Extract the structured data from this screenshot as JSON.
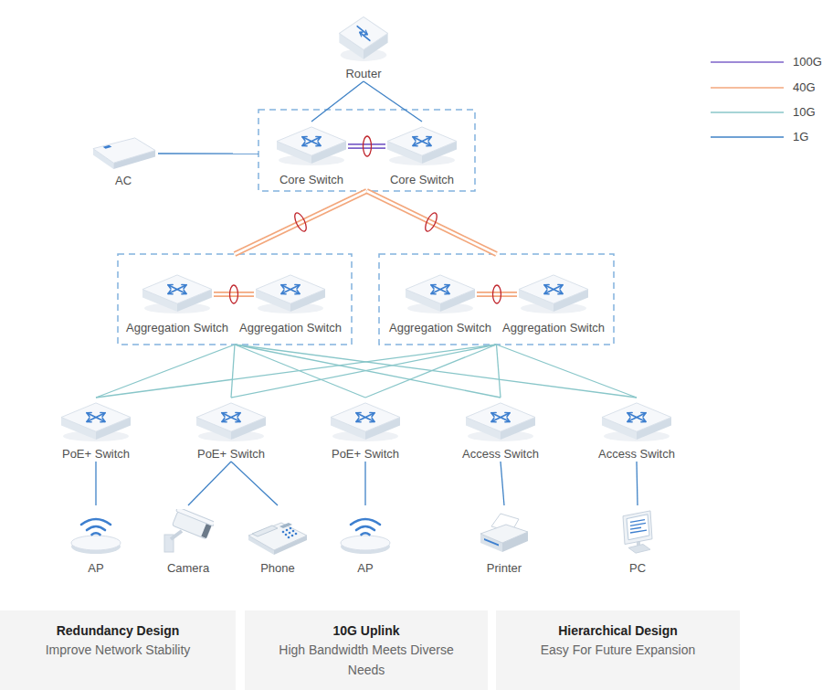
{
  "diagram": {
    "nodes": [
      {
        "text": [
          "Router"
        ]
      },
      {
        "text": [
          "AC"
        ]
      },
      {
        "text": []
      },
      {
        "text": [
          "Core Switch"
        ],
        "in": 2
      },
      {
        "text": [
          "Core Switch"
        ],
        "in": 2
      },
      {
        "text": []
      },
      {
        "text": [
          "Aggregation Switch"
        ],
        "in": 5
      },
      {
        "text": [
          "Aggregation Switch"
        ],
        "in": 5
      },
      {
        "text": []
      },
      {
        "text": [
          "Aggregation Switch"
        ],
        "in": 8
      },
      {
        "text": [
          "Aggregation Switch"
        ],
        "in": 8
      },
      {
        "text": [
          "PoE+ Switch"
        ]
      },
      {
        "text": [
          "PoE+ Switch"
        ]
      },
      {
        "text": [
          "PoE+ Switch"
        ]
      },
      {
        "text": [
          "Access Switch"
        ]
      },
      {
        "text": [
          "Access Switch"
        ]
      },
      {
        "text": [
          "AP"
        ]
      },
      {
        "text": [
          "Camera"
        ]
      },
      {
        "text": [
          "Phone"
        ]
      },
      {
        "text": [
          "AP"
        ]
      },
      {
        "text": [
          "Printer"
        ]
      },
      {
        "text": [
          "PC"
        ]
      },
      {
        "text": [
          "Redundancy Design",
          "Improve Network Stability"
        ]
      },
      {
        "text": [
          "10G Uplink",
          "High Bandwidth Meets Diverse Needs"
        ]
      },
      {
        "text": [
          "Hierarchical Design",
          "Easy For Future Expansion"
        ]
      }
    ],
    "edges": [
      {
        "from": 0,
        "to": 3,
        "arrow": "none"
      },
      {
        "from": 0,
        "to": 4,
        "arrow": "none"
      },
      {
        "from": 1,
        "to": 2,
        "arrow": "none"
      },
      {
        "from": 3,
        "to": 4,
        "arrow": "none"
      },
      {
        "from": 2,
        "to": 5,
        "arrow": "none"
      },
      {
        "from": 2,
        "to": 8,
        "arrow": "none"
      },
      {
        "from": 6,
        "to": 7,
        "arrow": "none"
      },
      {
        "from": 9,
        "to": 10,
        "arrow": "none"
      },
      {
        "from": 5,
        "to": 11,
        "arrow": "none"
      },
      {
        "from": 5,
        "to": 12,
        "arrow": "none"
      },
      {
        "from": 5,
        "to": 13,
        "arrow": "none"
      },
      {
        "from": 5,
        "to": 14,
        "arrow": "none"
      },
      {
        "from": 5,
        "to": 15,
        "arrow": "none"
      },
      {
        "from": 8,
        "to": 11,
        "arrow": "none"
      },
      {
        "from": 8,
        "to": 12,
        "arrow": "none"
      },
      {
        "from": 8,
        "to": 13,
        "arrow": "none"
      },
      {
        "from": 8,
        "to": 14,
        "arrow": "none"
      },
      {
        "from": 8,
        "to": 15,
        "arrow": "none"
      },
      {
        "from": 11,
        "to": 16,
        "arrow": "none"
      },
      {
        "from": 12,
        "to": 17,
        "arrow": "none"
      },
      {
        "from": 12,
        "to": 18,
        "arrow": "none"
      },
      {
        "from": 13,
        "to": 19,
        "arrow": "none"
      },
      {
        "from": 14,
        "to": 20,
        "arrow": "none"
      },
      {
        "from": 15,
        "to": 21,
        "arrow": "none"
      }
    ],
    "legend": [
      {
        "text": "100G"
      },
      {
        "text": "40G"
      },
      {
        "text": "10G"
      },
      {
        "text": "1G"
      }
    ]
  }
}
